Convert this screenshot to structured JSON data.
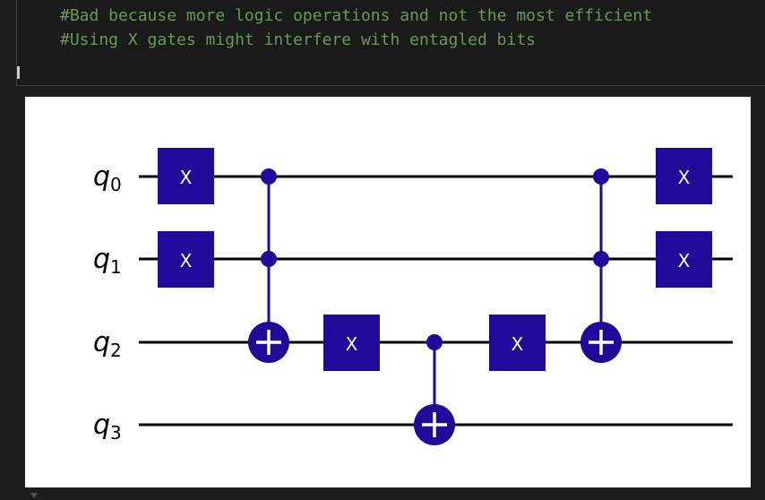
{
  "code_cell": {
    "lines": [
      "#Bad because more logic operations and not the most efficient",
      "#Using X gates might interfere with entagled bits"
    ]
  },
  "circuit": {
    "qubits": [
      "q",
      "q",
      "q",
      "q"
    ],
    "qubit_indices": [
      "0",
      "1",
      "2",
      "3"
    ],
    "gate_label": "X",
    "colors": {
      "gate": "#1f0a99",
      "wire": "#000000",
      "gate_text": "#ffffff",
      "background": "#ffffff"
    }
  }
}
